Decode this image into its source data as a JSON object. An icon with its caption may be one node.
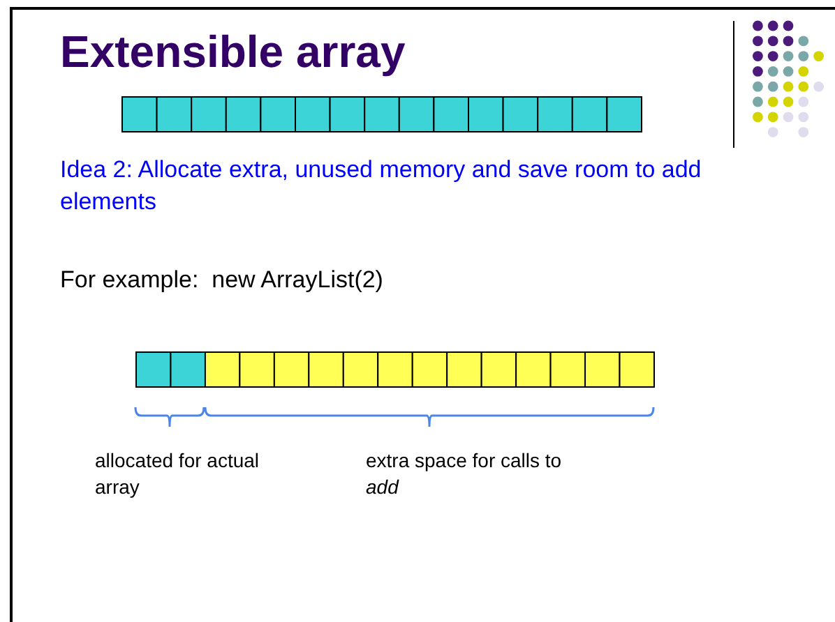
{
  "diagram": {
    "title": "Extensible array",
    "labels": [
      "Idea 2: Allocate extra, unused memory and save room to add elements",
      "For example:  new ArrayList(2)",
      "allocated for actual array",
      "extra space for calls to *add*"
    ]
  }
}
